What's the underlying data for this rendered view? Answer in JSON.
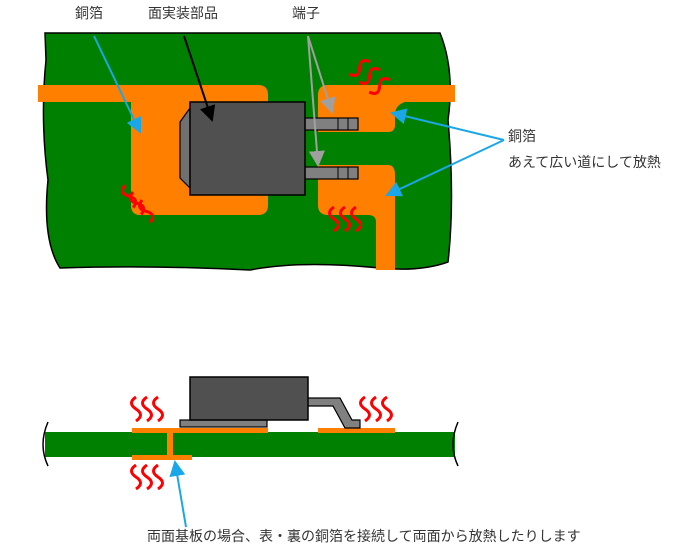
{
  "labels": {
    "copper_top": "銅箔",
    "smd_component": "面実装部品",
    "terminal": "端子",
    "copper_right": "銅箔",
    "wide_path_note": "あえて広い道にして放熱",
    "double_sided_note": "両面基板の場合、表・裏の銅箔を接続して両面から放熱したりします"
  },
  "colors": {
    "board": "#008000",
    "copper": "#ff8000",
    "component": "#505050",
    "pin": "#808080",
    "heat": "#ff0000",
    "arrow_blue": "#1aa7e8",
    "arrow_gray": "#a0a0a0"
  }
}
